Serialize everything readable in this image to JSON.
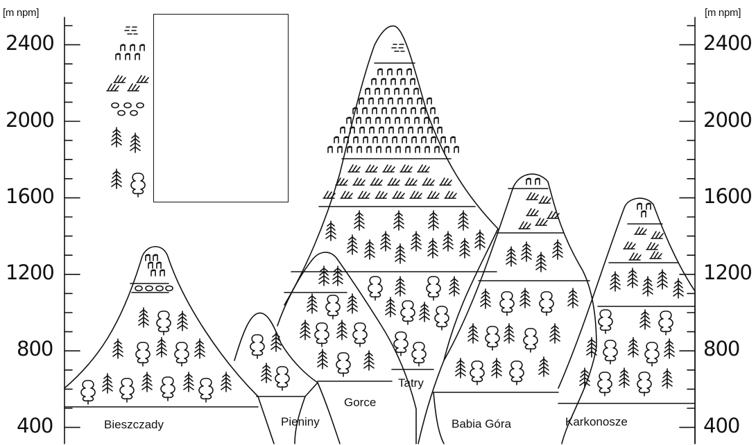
{
  "axis": {
    "unit_left": "[m npm]",
    "unit_right": "[m npm]",
    "ticks": [
      "2400",
      "2000",
      "1600",
      "1200",
      "800",
      "400"
    ]
  },
  "ranges": {
    "bieszczady": "Bieszczady",
    "pieniny": "Pieniny",
    "gorce": "Gorce",
    "tatry": "Tatry",
    "babia_gora": "Babia Góra",
    "karkonosze": "Karkonosze"
  },
  "legend": {
    "symbols": [
      "rock-and-snow-symbol",
      "alpine-meadow-symbol",
      "dwarf-pine-symbol",
      "mountain-pine-shrub-symbol",
      "conifer-forest-symbol",
      "mixed-forest-symbol"
    ]
  }
}
